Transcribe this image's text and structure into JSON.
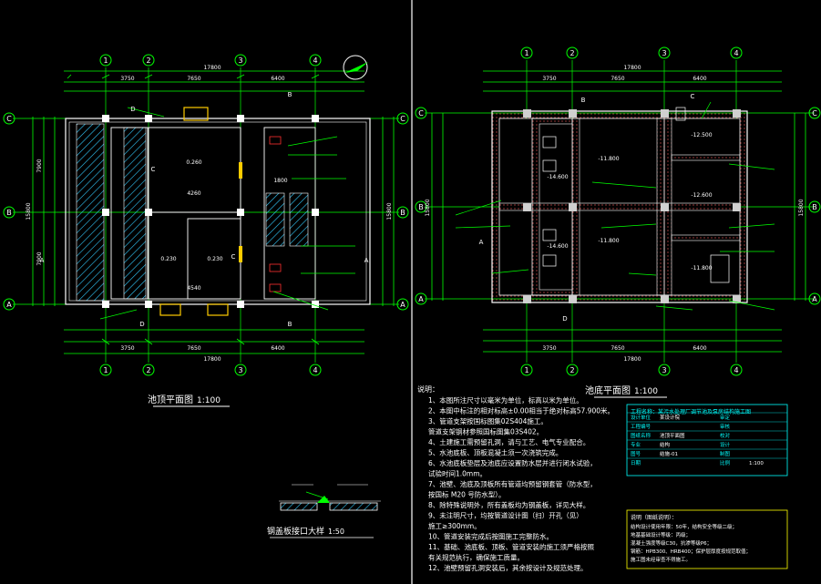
{
  "colors": {
    "background": "#000000",
    "line": "#ffffff",
    "green": "#00ff00",
    "cyan": "#00ffff",
    "yellow": "#ffff00",
    "red": "#ff3030",
    "hatch": "#33ccff"
  },
  "left_plan": {
    "title": "池顶平面图",
    "scale": "1:100",
    "grid_x": [
      "1",
      "2",
      "3",
      "4"
    ],
    "grid_y": [
      "C",
      "B",
      "A"
    ],
    "dim_total": "17800",
    "dim_top": [
      "3750",
      "7650",
      "6400"
    ],
    "dim_bottom": [
      "3750",
      "7650",
      "6400"
    ],
    "dim_side_total": "15800",
    "dim_side": [
      "7900",
      "7900"
    ],
    "room_labels": [
      "0.260",
      "0.230",
      "0.230",
      "4260",
      "1800",
      "4540"
    ],
    "section_marks": [
      "A",
      "A",
      "B",
      "B",
      "C",
      "C",
      "D",
      "D"
    ]
  },
  "right_plan": {
    "title": "池底平面图",
    "scale": "1:100",
    "grid_x": [
      "1",
      "2",
      "3",
      "4"
    ],
    "grid_y": [
      "C",
      "B",
      "A"
    ],
    "dim_total": "17800",
    "dim_top": [
      "3750",
      "7650",
      "6400"
    ],
    "dim_bottom": [
      "3750",
      "7650",
      "6400"
    ],
    "dim_side_total": "15800",
    "levels": [
      "-11.800",
      "-11.800",
      "-14.600",
      "-14.600",
      "-12.500",
      "-12.600",
      "-11.800"
    ],
    "section_marks": [
      "A",
      "B",
      "C",
      "D"
    ]
  },
  "detail": {
    "title": "钢盖板接口大样",
    "scale": "1:50"
  },
  "notes": {
    "heading": "说明：",
    "items": [
      "1、本图所注尺寸以毫米为单位，标高以米为单位。",
      "2、本图中标注的相对标高±0.00相当于绝对标高57.900米。",
      "3、管道支架按国标图集02S404施工。",
      "   管道支架钢材参照国标图集03S402。",
      "4、土建施工需预留孔洞，请与工艺、电气专业配合。",
      "5、水池底板、顶板混凝土须一次浇筑完成。",
      "6、水池底板垫层及池底应设置防水层并进行闭水试验，",
      "   试验时间1.0mm。",
      "7、池壁、池底及顶板所有管道均预留钢套管（防水型，",
      "   按国标 M20 号防水型）。",
      "8、除特殊说明外，所有盖板均为钢盖板，详见大样。",
      "9、未注明尺寸，均按管道设计图（扫）开孔（见）",
      "   施工≥300mm。",
      "10、管道安装完成后按图施工完整防水。",
      "11、基础、池底板、顶板、管道安装的施工须严格按照",
      "    有关规范执行，确保施工质量。",
      "12、池壁预留孔洞安装后，其余按设计及规范处理。"
    ]
  },
  "titleblock": {
    "project": "工程名称：某污水处理厂调节池及泵房结构施工图",
    "rows": [
      [
        "设计单位",
        "某设计院",
        "审定",
        ""
      ],
      [
        "工程编号",
        "",
        "审核",
        ""
      ],
      [
        "图纸名称",
        "池顶平面图",
        "校对",
        ""
      ],
      [
        "专业",
        "结构",
        "设计",
        ""
      ],
      [
        "图号",
        "结施-01",
        "制图",
        ""
      ],
      [
        "日期",
        "",
        "比例",
        "1:100"
      ]
    ]
  },
  "remarks": {
    "heading": "说明（图纸说明）：",
    "lines": [
      "结构设计使用年限：50年，结构安全等级二级；",
      "地基基础设计等级：丙级；",
      "混凝土强度等级C30，抗渗等级P6；",
      "钢筋：HPB300、HRB400；保护层厚度按规范取值；",
      "施工图未经审查不得施工。"
    ]
  }
}
